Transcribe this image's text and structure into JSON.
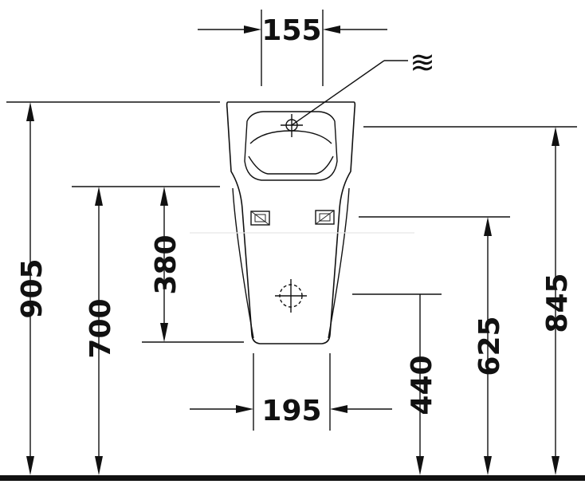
{
  "dimensions": {
    "top_width": "155",
    "bottom_width": "195",
    "total_height": "905",
    "mount_height": "700",
    "spacing": "380",
    "drain_height": "440",
    "side_fix_height": "625",
    "rim_height": "845"
  },
  "symbols": {
    "water_inlet": "≋"
  }
}
